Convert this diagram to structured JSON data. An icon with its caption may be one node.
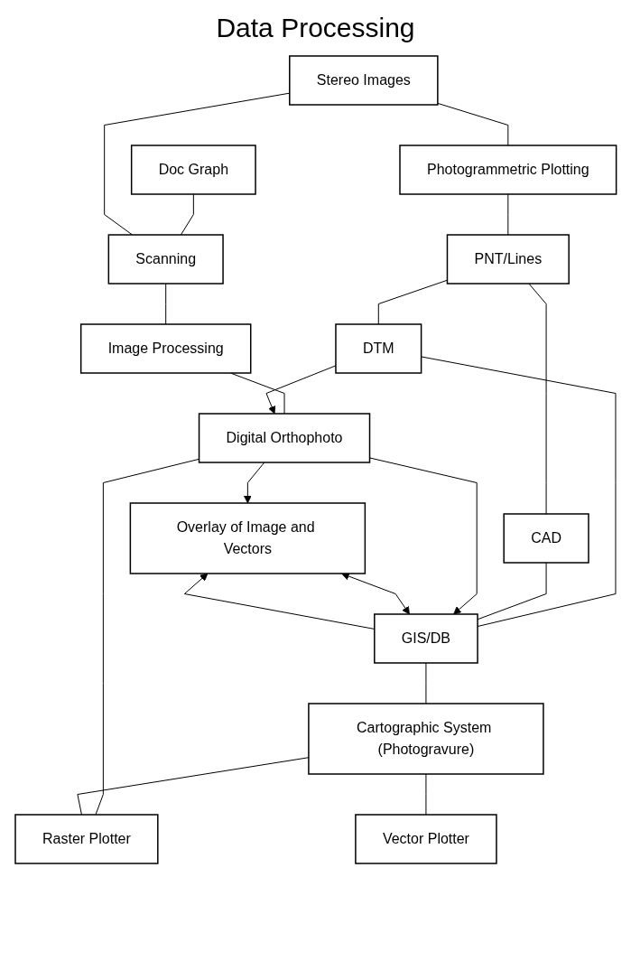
{
  "diagram": {
    "title": "Data Processing",
    "nodes": [
      {
        "text": [
          "Doc Graph"
        ]
      },
      {
        "text": [
          "Stereo Images"
        ]
      },
      {
        "text": [
          "Scanning"
        ]
      },
      {
        "text": [
          "Photogrammetric Plotting"
        ]
      },
      {
        "text": [
          "Image Processing"
        ]
      },
      {
        "text": [
          "PNT/Lines"
        ]
      },
      {
        "text": [
          "DTM"
        ]
      },
      {
        "text": [
          "CAD"
        ]
      },
      {
        "text": [
          "Digital Orthophoto"
        ]
      },
      {
        "text": [
          "GIS/DB"
        ]
      },
      {
        "text": [
          "Overlay of Image and Vectors"
        ]
      },
      {
        "text": [
          "Cartographic System (Photogravure)"
        ]
      },
      {
        "text": [
          "Raster Plotter"
        ]
      },
      {
        "text": [
          "Vector Plotter"
        ]
      }
    ],
    "edges": [
      {
        "from": 0,
        "to": 2,
        "arrow": "none"
      },
      {
        "from": 1,
        "to": 2,
        "arrow": "none"
      },
      {
        "from": 1,
        "to": 3,
        "arrow": "none"
      },
      {
        "from": 2,
        "to": 4,
        "arrow": "none"
      },
      {
        "from": 3,
        "to": 5,
        "arrow": "none"
      },
      {
        "from": 4,
        "to": 8,
        "arrow": "none"
      },
      {
        "from": 5,
        "to": 6,
        "arrow": "none"
      },
      {
        "from": 5,
        "to": 7,
        "arrow": "none"
      },
      {
        "from": 6,
        "to": 9,
        "arrow": "none"
      },
      {
        "from": 7,
        "to": 9,
        "arrow": "none"
      },
      {
        "from": 6,
        "to": 8,
        "arrow": "to"
      },
      {
        "from": 8,
        "to": 10,
        "arrow": "to"
      },
      {
        "from": 9,
        "to": 10,
        "arrow": "to"
      },
      {
        "from": 8,
        "to": 9,
        "arrow": "to"
      },
      {
        "from": 10,
        "to": 9,
        "arrow": "both"
      },
      {
        "from": 8,
        "to": 12,
        "arrow": "none"
      },
      {
        "from": 9,
        "to": 11,
        "arrow": "none"
      },
      {
        "from": 11,
        "to": 12,
        "arrow": "none"
      },
      {
        "from": 11,
        "to": 13,
        "arrow": "none"
      }
    ]
  }
}
